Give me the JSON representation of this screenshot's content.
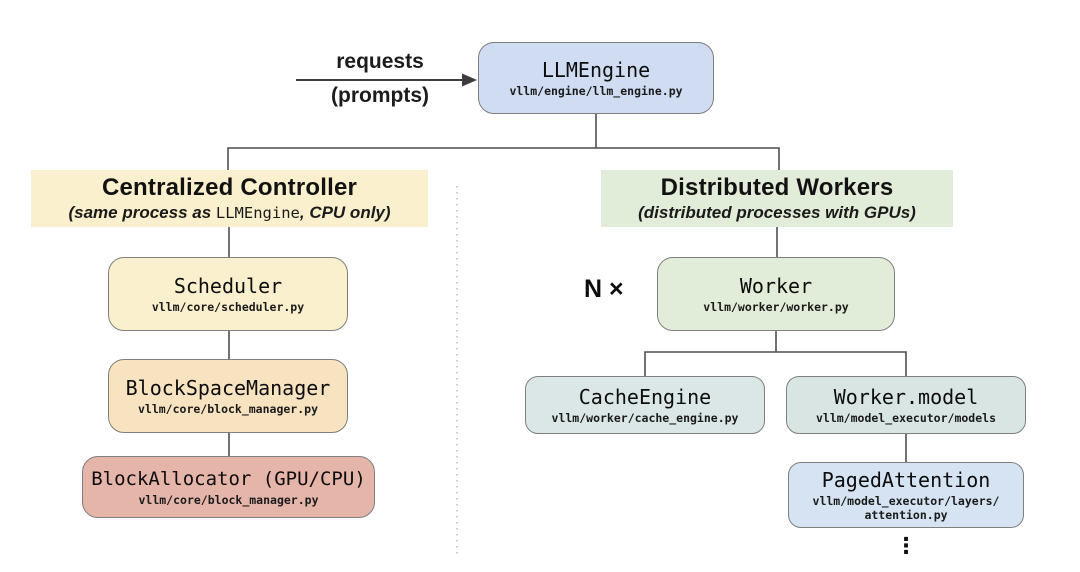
{
  "colors": {
    "background": "#ffffff",
    "connector": "#4f4f4f",
    "arrow": "#3d3d3d",
    "divider": "#bdbdbd",
    "box_border": "#7f7f7f",
    "llm_engine_fill": "#cfdcf2",
    "left_header_fill": "#faf0cd",
    "scheduler_fill": "#faf0cd",
    "block_space_manager_fill": "#f8e3c1",
    "block_allocator_fill": "#e6b5aa",
    "right_header_fill": "#e1ecd9",
    "worker_fill": "#e1ecd9",
    "cache_engine_fill": "#dbe7e6",
    "worker_model_fill": "#d9e5e3",
    "paged_attention_fill": "#d5e3f2"
  },
  "input_arrow": {
    "label_top": "requests",
    "label_bottom": "(prompts)"
  },
  "sections": {
    "left": {
      "title": "Centralized Controller",
      "subtitle_prefix": "(same process as ",
      "subtitle_code": "LLMEngine",
      "subtitle_suffix": ", CPU only)"
    },
    "right": {
      "title": "Distributed Workers",
      "subtitle": "(distributed processes with GPUs)"
    }
  },
  "nodes": {
    "llm_engine": {
      "title": "LLMEngine",
      "path": "vllm/engine/llm_engine.py"
    },
    "scheduler": {
      "title": "Scheduler",
      "path": "vllm/core/scheduler.py"
    },
    "block_space_manager": {
      "title": "BlockSpaceManager",
      "path": "vllm/core/block_manager.py"
    },
    "block_allocator": {
      "title": "BlockAllocator (GPU/CPU)",
      "path": "vllm/core/block_manager.py"
    },
    "worker": {
      "title": "Worker",
      "path": "vllm/worker/worker.py",
      "multiplier": "N ×"
    },
    "cache_engine": {
      "title": "CacheEngine",
      "path": "vllm/worker/cache_engine.py"
    },
    "worker_model": {
      "title": "Worker.model",
      "path": "vllm/model_executor/models"
    },
    "paged_attention": {
      "title": "PagedAttention",
      "path_line1": "vllm/model_executor/layers/",
      "path_line2": "attention.py"
    }
  },
  "more_indicator": "⋮"
}
